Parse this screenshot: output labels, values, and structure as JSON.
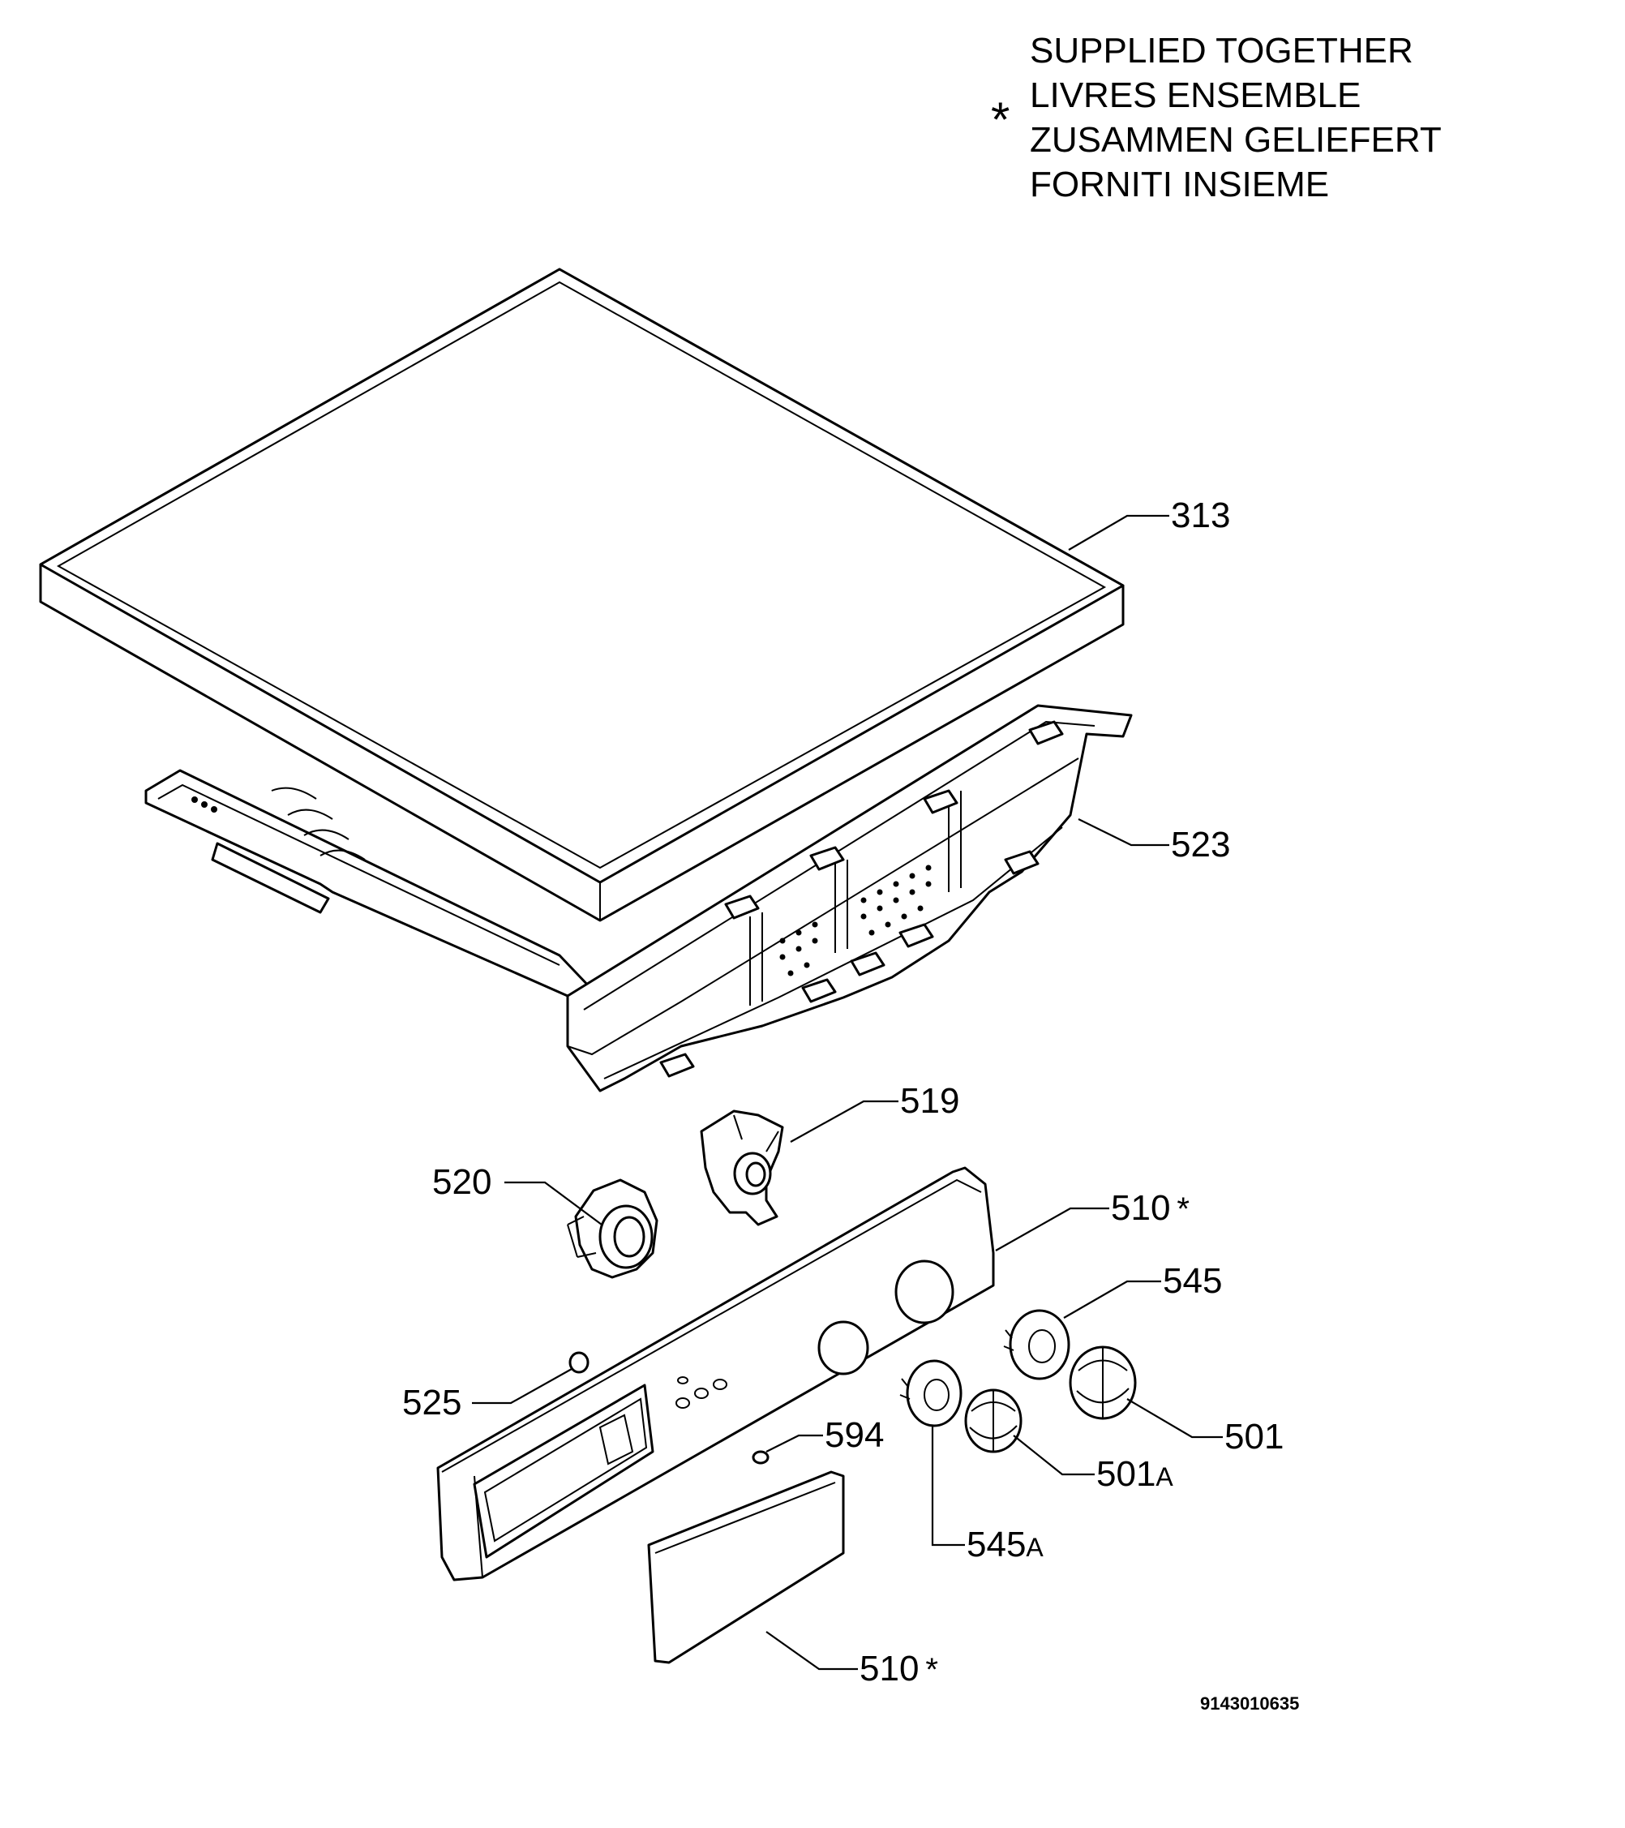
{
  "legend": {
    "symbol": "*",
    "lines": [
      "SUPPLIED TOGETHER",
      "LIVRES ENSEMBLE",
      "ZUSAMMEN GELIEFERT",
      "FORNITI INSIEME"
    ]
  },
  "callouts": {
    "p313": "313",
    "p523": "523",
    "p519": "519",
    "p520": "520",
    "p510_panel": "510",
    "p545": "545",
    "p525": "525",
    "p594": "594",
    "p501": "501",
    "p501a": "501",
    "p501a_suffix": "A",
    "p545a": "545",
    "p545a_suffix": "A",
    "p510_handle": "510",
    "star": "*"
  },
  "drawing_code": "9143010635"
}
